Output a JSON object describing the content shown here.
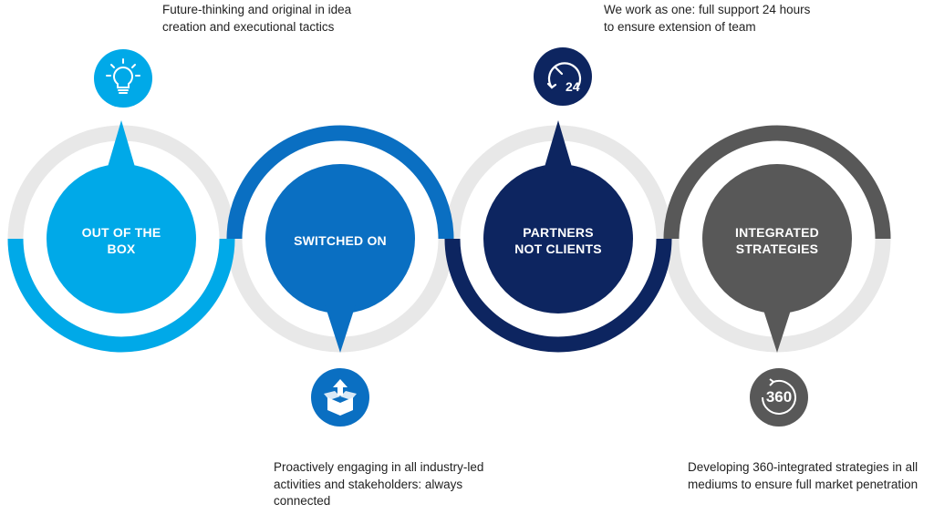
{
  "steps": [
    {
      "label": "OUT OF THE\nBOX",
      "caption": "Future-thinking and original in idea creation and executional tactics",
      "icon": "lightbulb-icon",
      "color": "#00a9e8"
    },
    {
      "label": "SWITCHED ON",
      "caption": "Proactively engaging in all industry-led activities and stakeholders: always connected",
      "icon": "open-box-upload-icon",
      "color": "#0a6fc2"
    },
    {
      "label": "PARTNERS\nNOT CLIENTS",
      "caption": "We work as one: full support 24 hours to ensure extension of team",
      "icon": "clock-24h-icon",
      "badge_text": "24",
      "color": "#0d2560"
    },
    {
      "label": "INTEGRATED\nSTRATEGIES",
      "caption": "Developing 360-integrated strategies in all mediums to ensure full market penetration",
      "icon": "rotate-360-icon",
      "badge_text": "360",
      "color": "#585858"
    }
  ],
  "colors": {
    "ring_track": "#e8e8e8",
    "text": "#222222",
    "background": "#ffffff"
  }
}
